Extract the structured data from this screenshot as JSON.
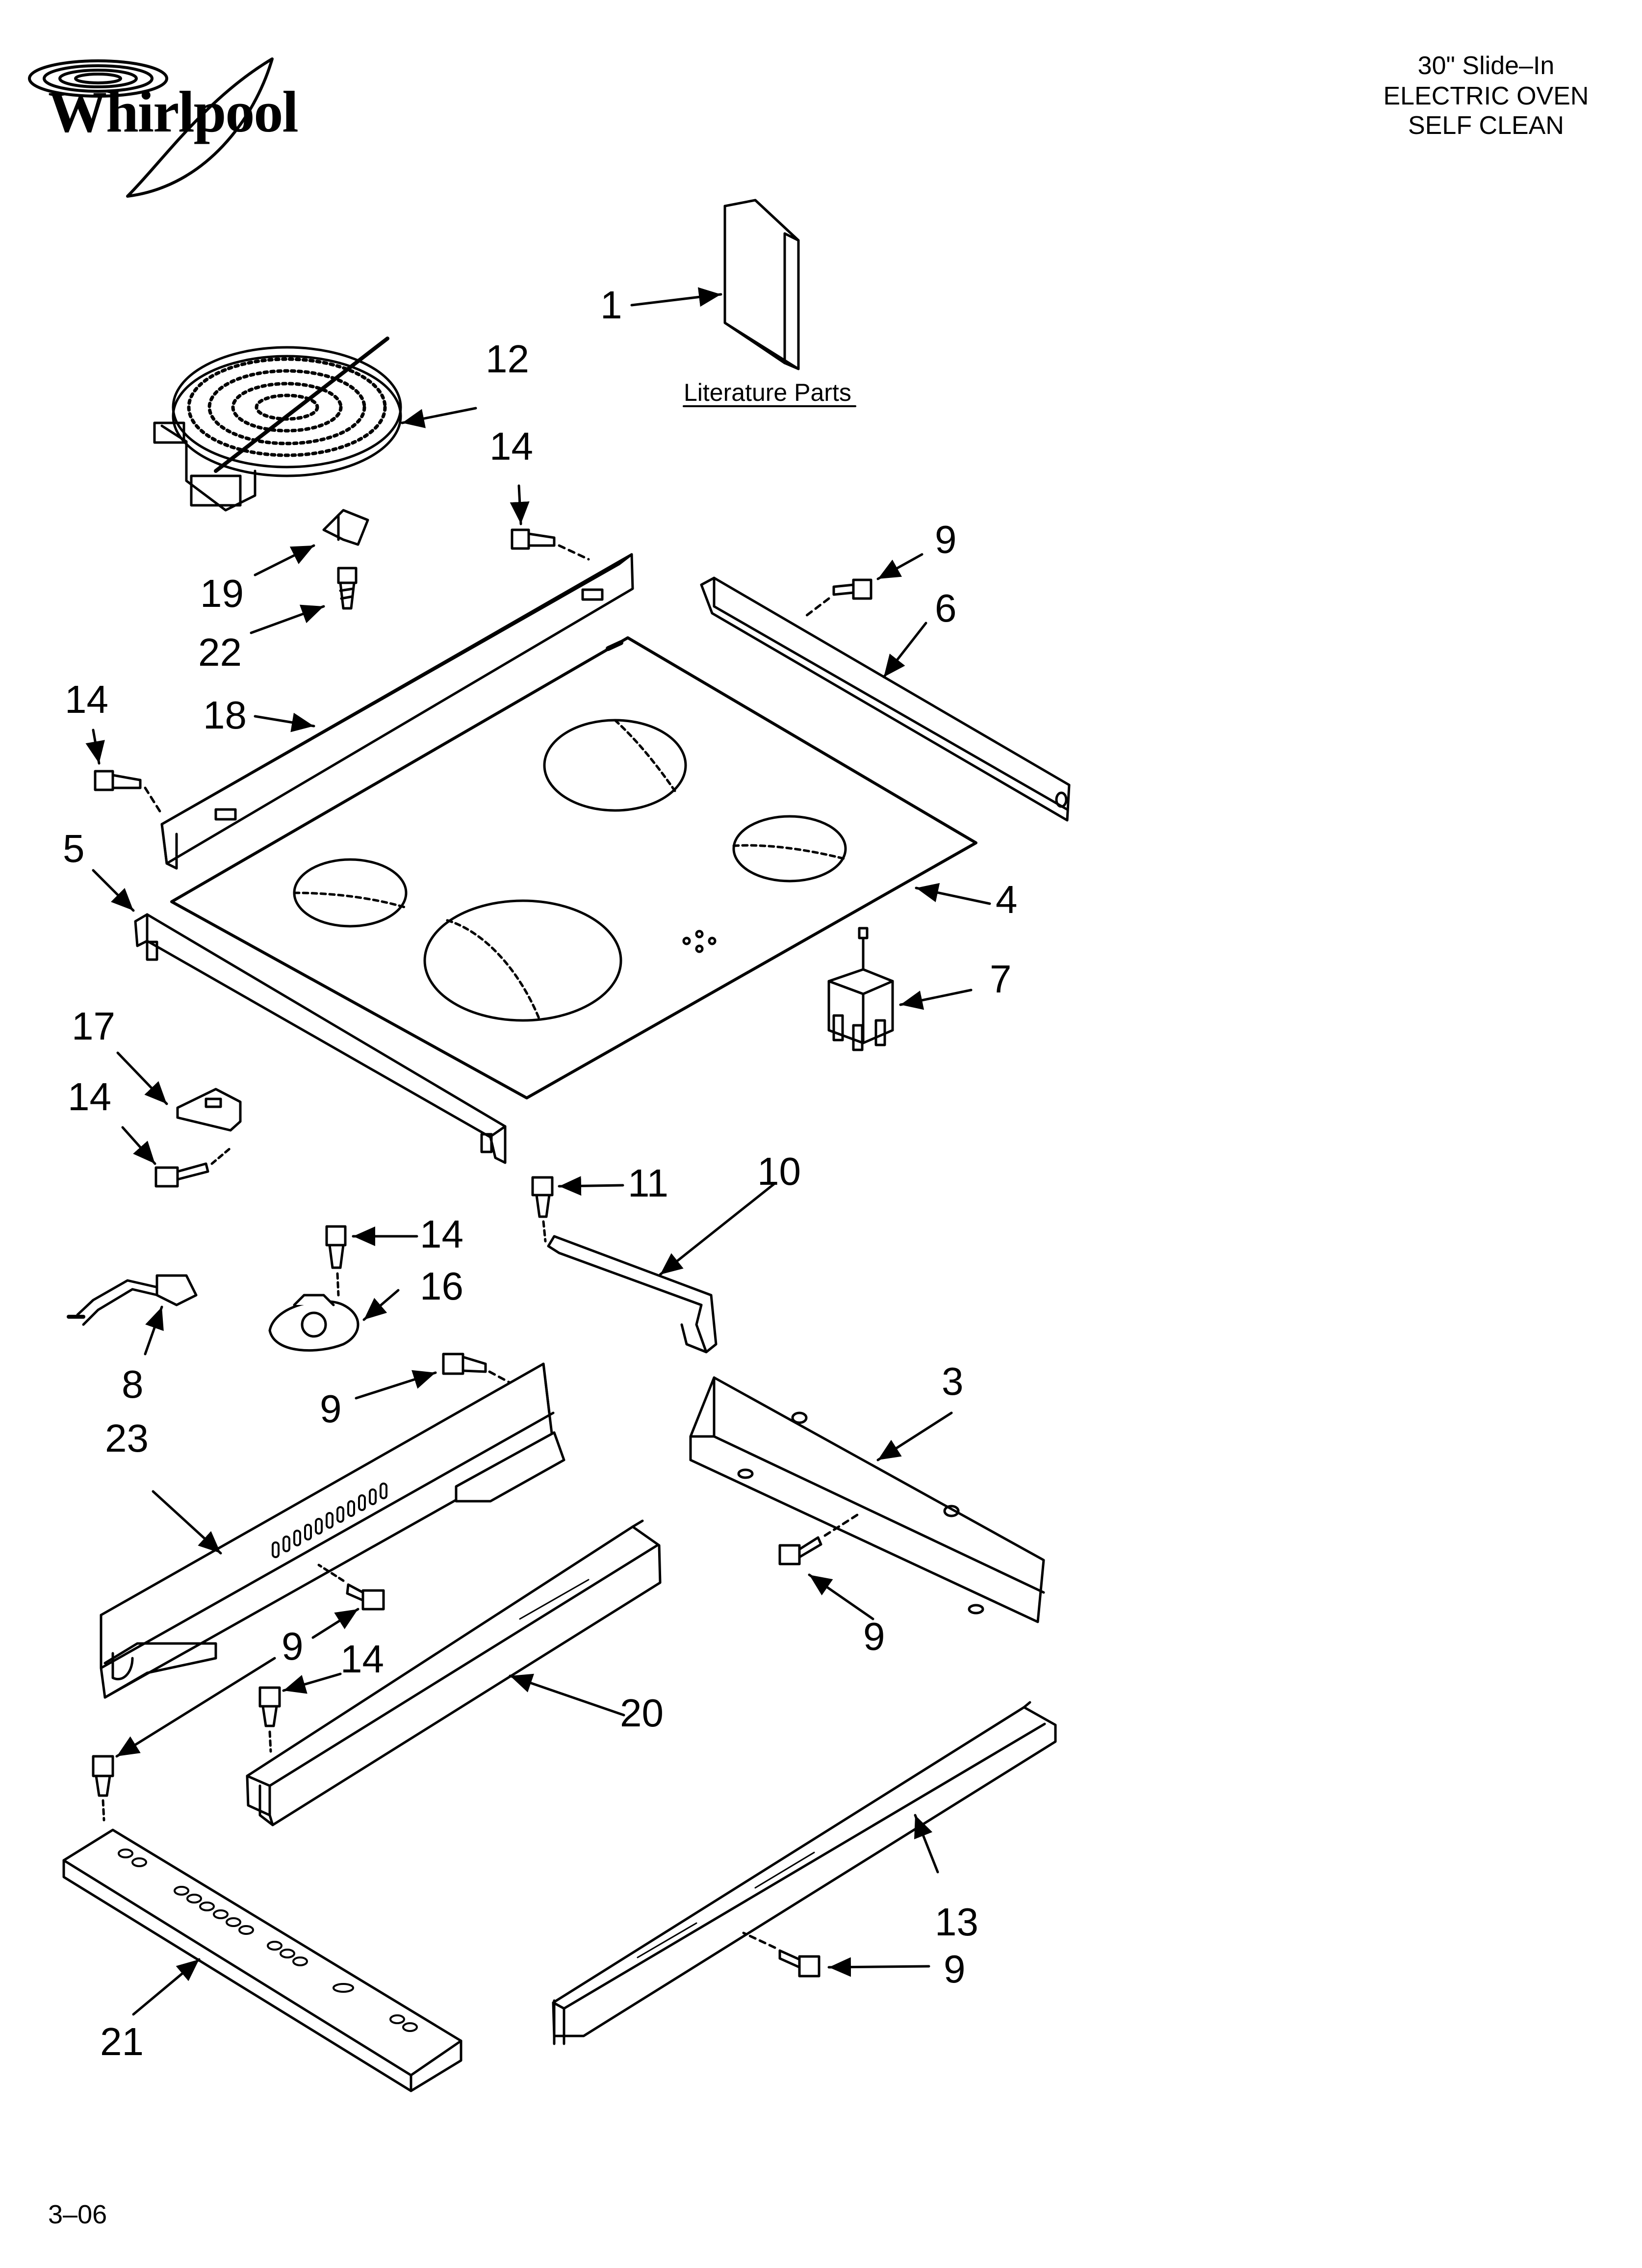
{
  "brand": {
    "logo_text": "Whirlpool"
  },
  "header": {
    "line1": "30\" Slide–In",
    "line2": "ELECTRIC OVEN",
    "line3": "SELF CLEAN"
  },
  "literature_label": "Literature Parts",
  "page_number": "3–06",
  "callouts": {
    "c1": "1",
    "c12": "12",
    "c14a": "14",
    "c9a": "9",
    "c19": "19",
    "c6": "6",
    "c22": "22",
    "c14b": "14",
    "c18": "18",
    "c5": "5",
    "c4": "4",
    "c7": "7",
    "c17": "17",
    "c14c": "14",
    "c11": "11",
    "c10": "10",
    "c14d": "14",
    "c16": "16",
    "c8": "8",
    "c9b": "9",
    "c3": "3",
    "c23": "23",
    "c9c": "9",
    "c9d": "9",
    "c14e": "14",
    "c20": "20",
    "c13": "13",
    "c9e": "9",
    "c21": "21"
  }
}
